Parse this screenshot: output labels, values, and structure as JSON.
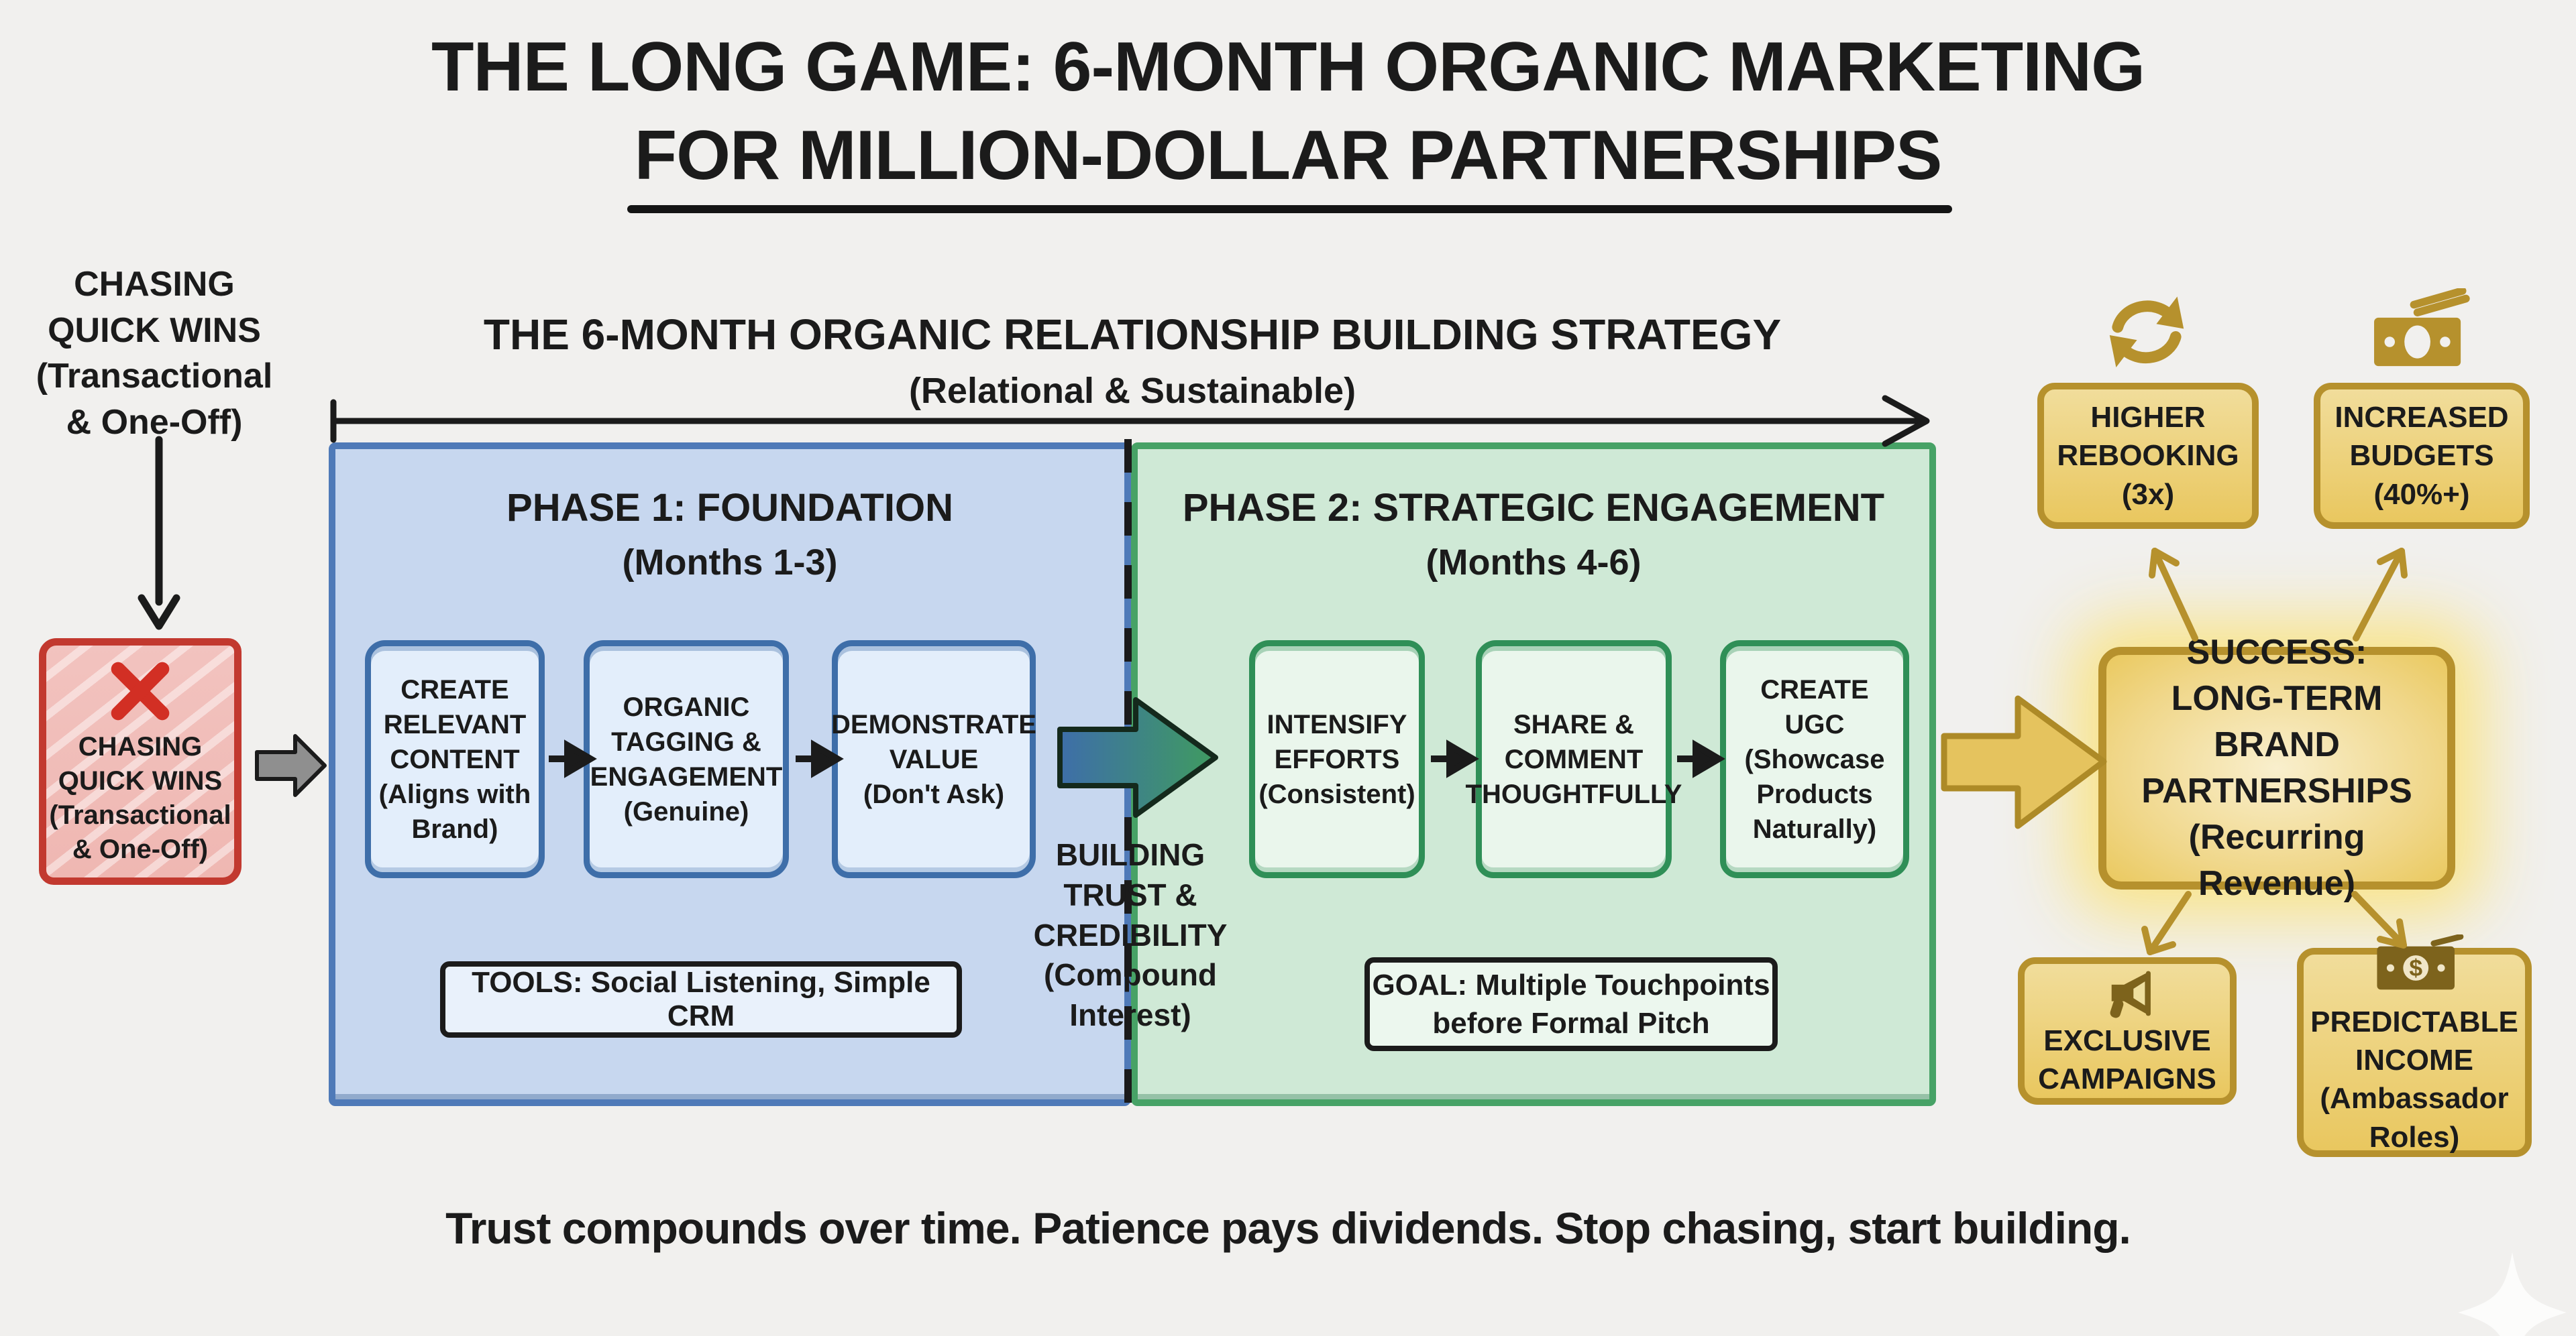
{
  "title": "THE LONG GAME: 6-MONTH ORGANIC MARKETING\nFOR MILLION-DOLLAR PARTNERSHIPS",
  "left_flow": {
    "label": "CHASING\nQUICK WINS\n(Transactional\n& One-Off)",
    "rejected_box": "CHASING\nQUICK WINS\n(Transactional\n& One-Off)"
  },
  "strategy": {
    "heading": "THE 6-MONTH ORGANIC RELATIONSHIP BUILDING STRATEGY",
    "subheading": "(Relational & Sustainable)",
    "phase1": {
      "title": "PHASE 1: FOUNDATION",
      "subtitle": "(Months 1-3)",
      "steps": [
        "CREATE\nRELEVANT\nCONTENT\n(Aligns with\nBrand)",
        "ORGANIC\nTAGGING &\nENGAGEMENT\n(Genuine)",
        "DEMONSTRATE\nVALUE\n(Don't Ask)"
      ],
      "tools": "TOOLS: Social Listening, Simple CRM"
    },
    "phase2": {
      "title": "PHASE 2: STRATEGIC ENGAGEMENT",
      "subtitle": "(Months 4-6)",
      "steps": [
        "INTENSIFY\nEFFORTS\n(Consistent)",
        "SHARE &\nCOMMENT\nTHOUGHTFULLY",
        "CREATE\nUGC\n(Showcase\nProducts\nNaturally)"
      ],
      "goal": "GOAL: Multiple Touchpoints\nbefore Formal Pitch"
    },
    "bridge": "BUILDING\nTRUST &\nCREDIBILITY\n(Compound\nInterest)"
  },
  "outcomes": {
    "top_left": "HIGHER\nREBOOKING\n(3x)",
    "top_right": "INCREASED\nBUDGETS\n(40%+)",
    "success": "SUCCESS:\nLONG-TERM BRAND\nPARTNERSHIPS\n(Recurring Revenue)",
    "bottom_left": "EXCLUSIVE\nCAMPAIGNS",
    "bottom_right": "PREDICTABLE\nINCOME\n(Ambassador\nRoles)"
  },
  "tagline": "Trust compounds over time. Patience pays dividends. Stop chasing, start building.",
  "icons": {
    "rejected": "x-icon",
    "rebooking": "refresh-icon",
    "budgets": "money-stack-icon",
    "campaigns": "megaphone-icon",
    "income": "dollar-bill-icon",
    "decoration": "sparkle-icon"
  },
  "colors": {
    "background": "#f1f0ee",
    "ink": "#1b1b1b",
    "phase1_fill": "#c7d7ef",
    "phase1_border": "#4f7ab8",
    "phase2_fill": "#cfe9d6",
    "phase2_border": "#47a266",
    "danger_border": "#c2392f",
    "danger_fill": "#f2c3bf",
    "gold_fill": "#edd084",
    "gold_border": "#b6912d"
  }
}
